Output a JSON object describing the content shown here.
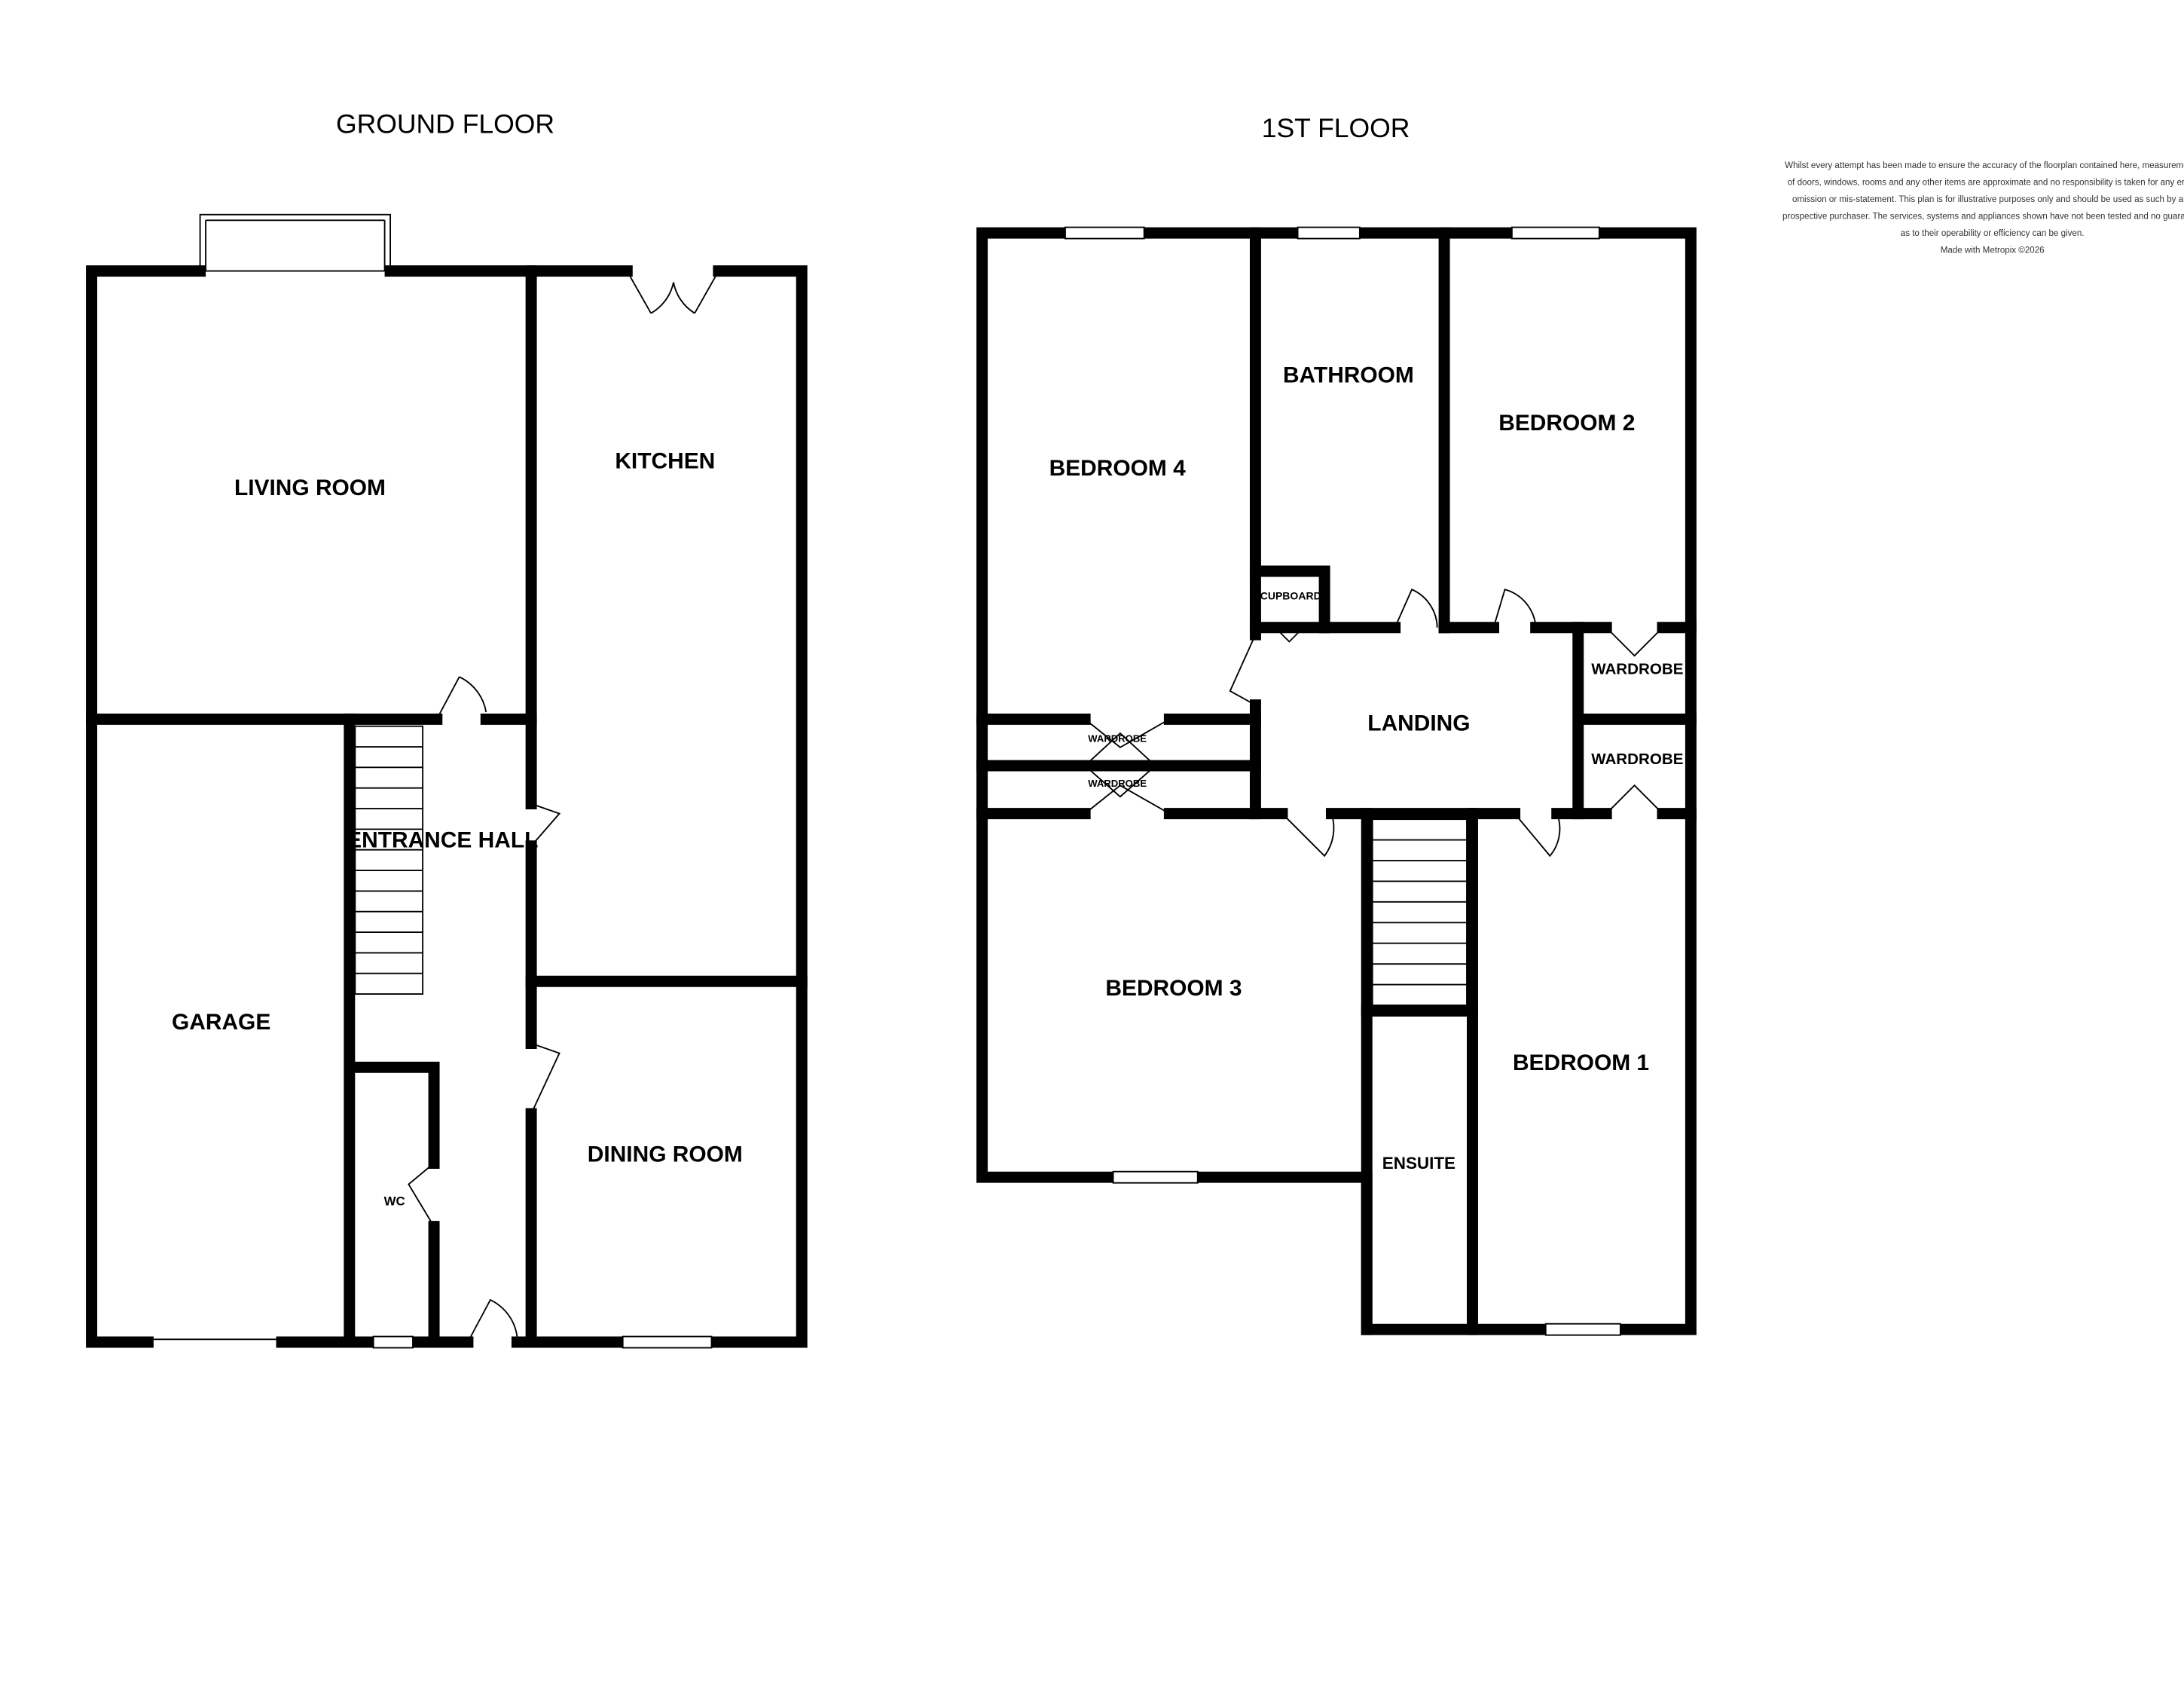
{
  "floors": {
    "ground": {
      "title": "GROUND FLOOR",
      "rooms": {
        "living_room": "LIVING ROOM",
        "kitchen": "KITCHEN",
        "entrance_hall": "ENTRANCE HALL",
        "garage": "GARAGE",
        "dining_room": "DINING ROOM",
        "wc": "WC"
      }
    },
    "first": {
      "title": "1ST FLOOR",
      "rooms": {
        "bathroom": "BATHROOM",
        "bedroom_2": "BEDROOM 2",
        "bedroom_4": "BEDROOM 4",
        "cupboard": "CUPBOARD",
        "landing": "LANDING",
        "wardrobe_1": "WARDROBE",
        "wardrobe_2": "WARDROBE",
        "wardrobe_3": "WARDROBE",
        "wardrobe_4": "WARDROBE",
        "bedroom_3": "BEDROOM 3",
        "bedroom_1": "BEDROOM 1",
        "ensuite": "ENSUITE"
      }
    }
  },
  "disclaimer": {
    "lines": [
      "Whilst every attempt has been made to ensure the accuracy of the floorplan contained here, measurements",
      "of doors, windows, rooms and any other items are approximate and no responsibility is taken for any error,",
      "omission or mis-statement. This plan is for illustrative purposes only and should be used as such by any",
      "prospective purchaser. The services, systems and appliances shown have not been tested and no guarantee",
      "as to their operability or efficiency can be given."
    ],
    "credit": "Made with Metropix ©2026"
  }
}
